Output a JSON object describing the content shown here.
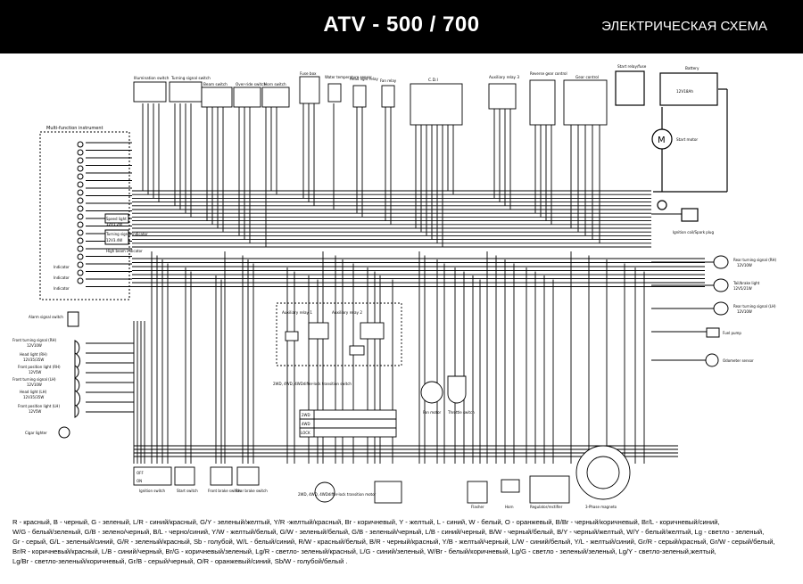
{
  "header": {
    "title": "ATV - 500 / 700",
    "subtitle": "ЭЛЕКТРИЧЕСКАЯ СХЕМА"
  },
  "diagram": {
    "components": {
      "multi_function_instrument": "Multi-function instrument",
      "illumination_switch": "Illumination switch",
      "turning_signal_switch": "Turning signal switch",
      "beam_switch": "Beam switch",
      "over_ride_switch": "Over-ride switch",
      "horn_switch": "Horn switch",
      "fuse_box": "Fuse box",
      "water_temperature_sensor": "Water temperature sensor",
      "head_light_relay": "Head light relay",
      "fan_relay": "Fan relay",
      "cdi": "C.D.I",
      "auxiliary_relay_3": "Auxiliary relay 3",
      "reverse_gear_control": "Reverse gear control",
      "gear_control": "Gear control",
      "start_relay_fuse": "Start relay/fuse",
      "battery": "Battery",
      "battery_spec": "12V18Ah",
      "start_motor": "Start motor",
      "ignition_coil_spark_plug": "Ignition coil/Spark plug",
      "rear_turning_signal_rh": "Rear turning signal (RH)",
      "rear_turning_signal_rh_spec": "12V10W",
      "tail_brake_light": "Tail/brake light",
      "tail_brake_light_spec": "12V5/21W",
      "rear_turning_signal_lh": "Rear turning signal (LH)",
      "rear_turning_signal_lh_spec": "12V10W",
      "fuel_pump": "Fuel pump",
      "odometer_sensor": "Odometer sensor",
      "alarm_signal_switch": "Alarm signal switch",
      "front_turning_signal_rh": "Front turning signal (RH)",
      "front_turning_signal_rh_spec": "12V10W",
      "head_light_rh": "Head light (RH)",
      "head_light_rh_spec": "12V35/35W",
      "front_position_light_rh": "Front position light (RH)",
      "front_position_light_rh_spec": "12V5W",
      "front_turning_signal_lh": "Front turning signal (LH)",
      "front_turning_signal_lh_spec": "12V10W",
      "head_light_lh": "Head light (LH)",
      "head_light_lh_spec": "12V35/35W",
      "front_position_light_lh": "Front position light (LH)",
      "front_position_light_lh_spec": "12V5W",
      "cigar_lighter": "Cigar lighter",
      "auxiliary_relay_1": "Auxiliary relay 1",
      "auxiliary_relay_2": "Auxiliary relay 2",
      "transition_switch": "2WD, 4WD, 4WDdiffer-lock transition switch",
      "transition_motor": "2WD, 4WD, 4WDdiffer-lock transition motor",
      "fan_motor": "Fan motor",
      "throttle_switch": "Throttle switch",
      "ignition_switch": "Ignition switch",
      "start_switch": "Start switch",
      "front_brake_switch": "Front brake switch",
      "rear_brake_switch": "Rear brake switch",
      "flasher": "Flasher",
      "horn": "Horn",
      "regulator_rectifier": "Regulator/rectifier",
      "magneto": "3-Phase magneto",
      "speed_light": "Speed light",
      "speed_light_spec": "12V1.2W",
      "turning_signal_indicator": "Turning signal indicator",
      "turning_signal_indicator_spec": "12V3.4W",
      "high_beam_indicator": "High beam indicator",
      "indicator": "Indicator"
    },
    "switch_table": {
      "headers": [
        "2WD",
        "4WD",
        "LOCK"
      ]
    },
    "ignition_labels": [
      "OFF",
      "ON"
    ]
  },
  "legend": {
    "line1": "R - красный, B - черный, G - зеленый, L/R - синий/красный, G/Y - зеленый/желтый, Y/R -желтый/красный, Br - коричневый, Y - желтый, L - синий, W - белый, O - оранжевый, B/Br - черный/коричневый, Br/L - коричневый/синий,",
    "line2": "W/G - белый/зеленый, G/B - зелено/черный, B/L - черно/синий, Y/W - желтый/белый, G/W - зеленый/белый, G/B - зеленый/черный, L/B - синий/черный, B/W - черный/белый, B/Y - черный/желтый, W/Y - белый/желтый, Lg - светло - зеленый,",
    "line3": "Gr - серый, G/L - зеленый/синий, G/R - зеленый/красный, Sb - голубой, W/L - белый/синий, R/W - красный/белый, B/R - черный/красный, Y/B - желтый/черный, L/W - синий/белый, Y/L - желтый/синий, Gr/R - серый/красный, Gr/W - серый/белый,",
    "line4": "Br/R - коричневый/красный, L/B - синий/черный, Br/G - коричневый/зеленый, Lg/R - светло- зеленый/красный, L/G - синий/зеленый, W/Br - белый/коричневый, Lg/G - светло - зеленый/зеленый, Lg/Y - светло-зеленый,желтый,",
    "line5": "Lg/Br - светло-зеленый/коричневый,  Gr/B - серый/черный, O/R - оранжевый/синий, Sb/W - голубой/белый ."
  }
}
